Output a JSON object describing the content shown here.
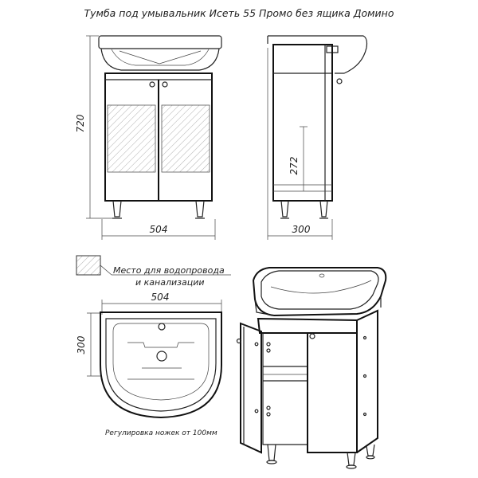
{
  "title": "Тумба под умывальник Исеть 55 Промо без ящика Домино",
  "dimensions": {
    "height": "720",
    "width_front": "504",
    "depth_side": "300",
    "side_height": "272",
    "width_top": "504",
    "depth_top": "300"
  },
  "legend": {
    "line1": "Место для водопровода",
    "line2": "и канализации"
  },
  "note": "Регулировка ножек от 100мм"
}
